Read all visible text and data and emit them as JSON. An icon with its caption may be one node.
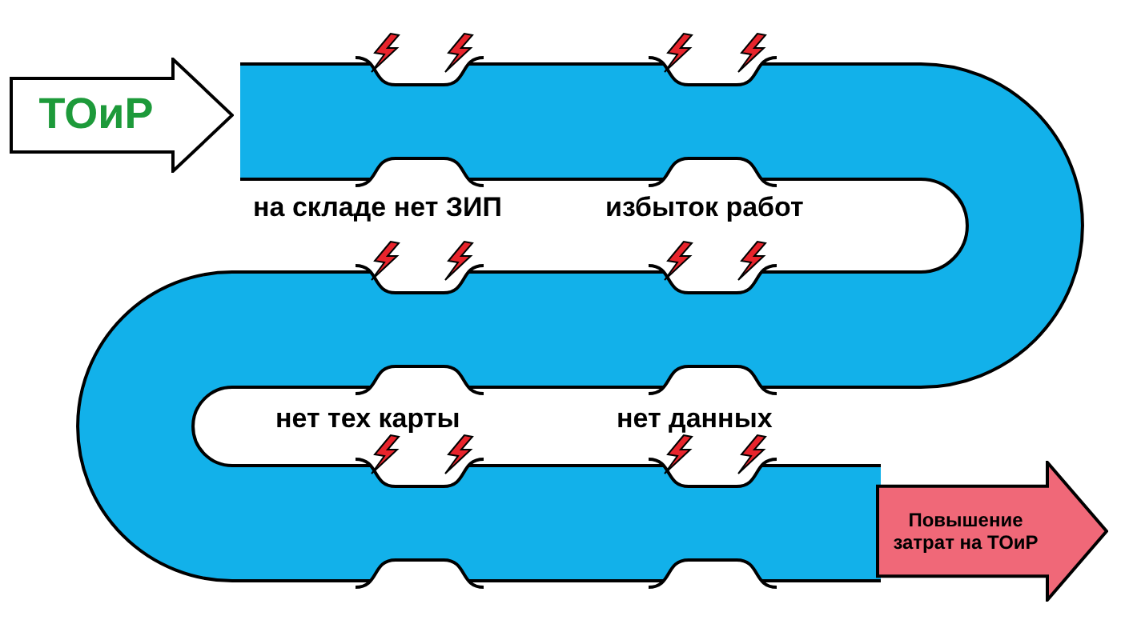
{
  "diagram": {
    "nodes": [
      {
        "text": [
          "ТОиР"
        ]
      },
      {
        "text": [
          "Повышение затрат на ТОиР"
        ]
      }
    ],
    "edges": [
      {
        "from": 0,
        "to": 1,
        "arrow": "none",
        "color": "#12b1ea"
      }
    ],
    "labels": [
      "на складе нет ЗИП",
      "избыток работ",
      "нет тех карты",
      "нет данных"
    ]
  }
}
